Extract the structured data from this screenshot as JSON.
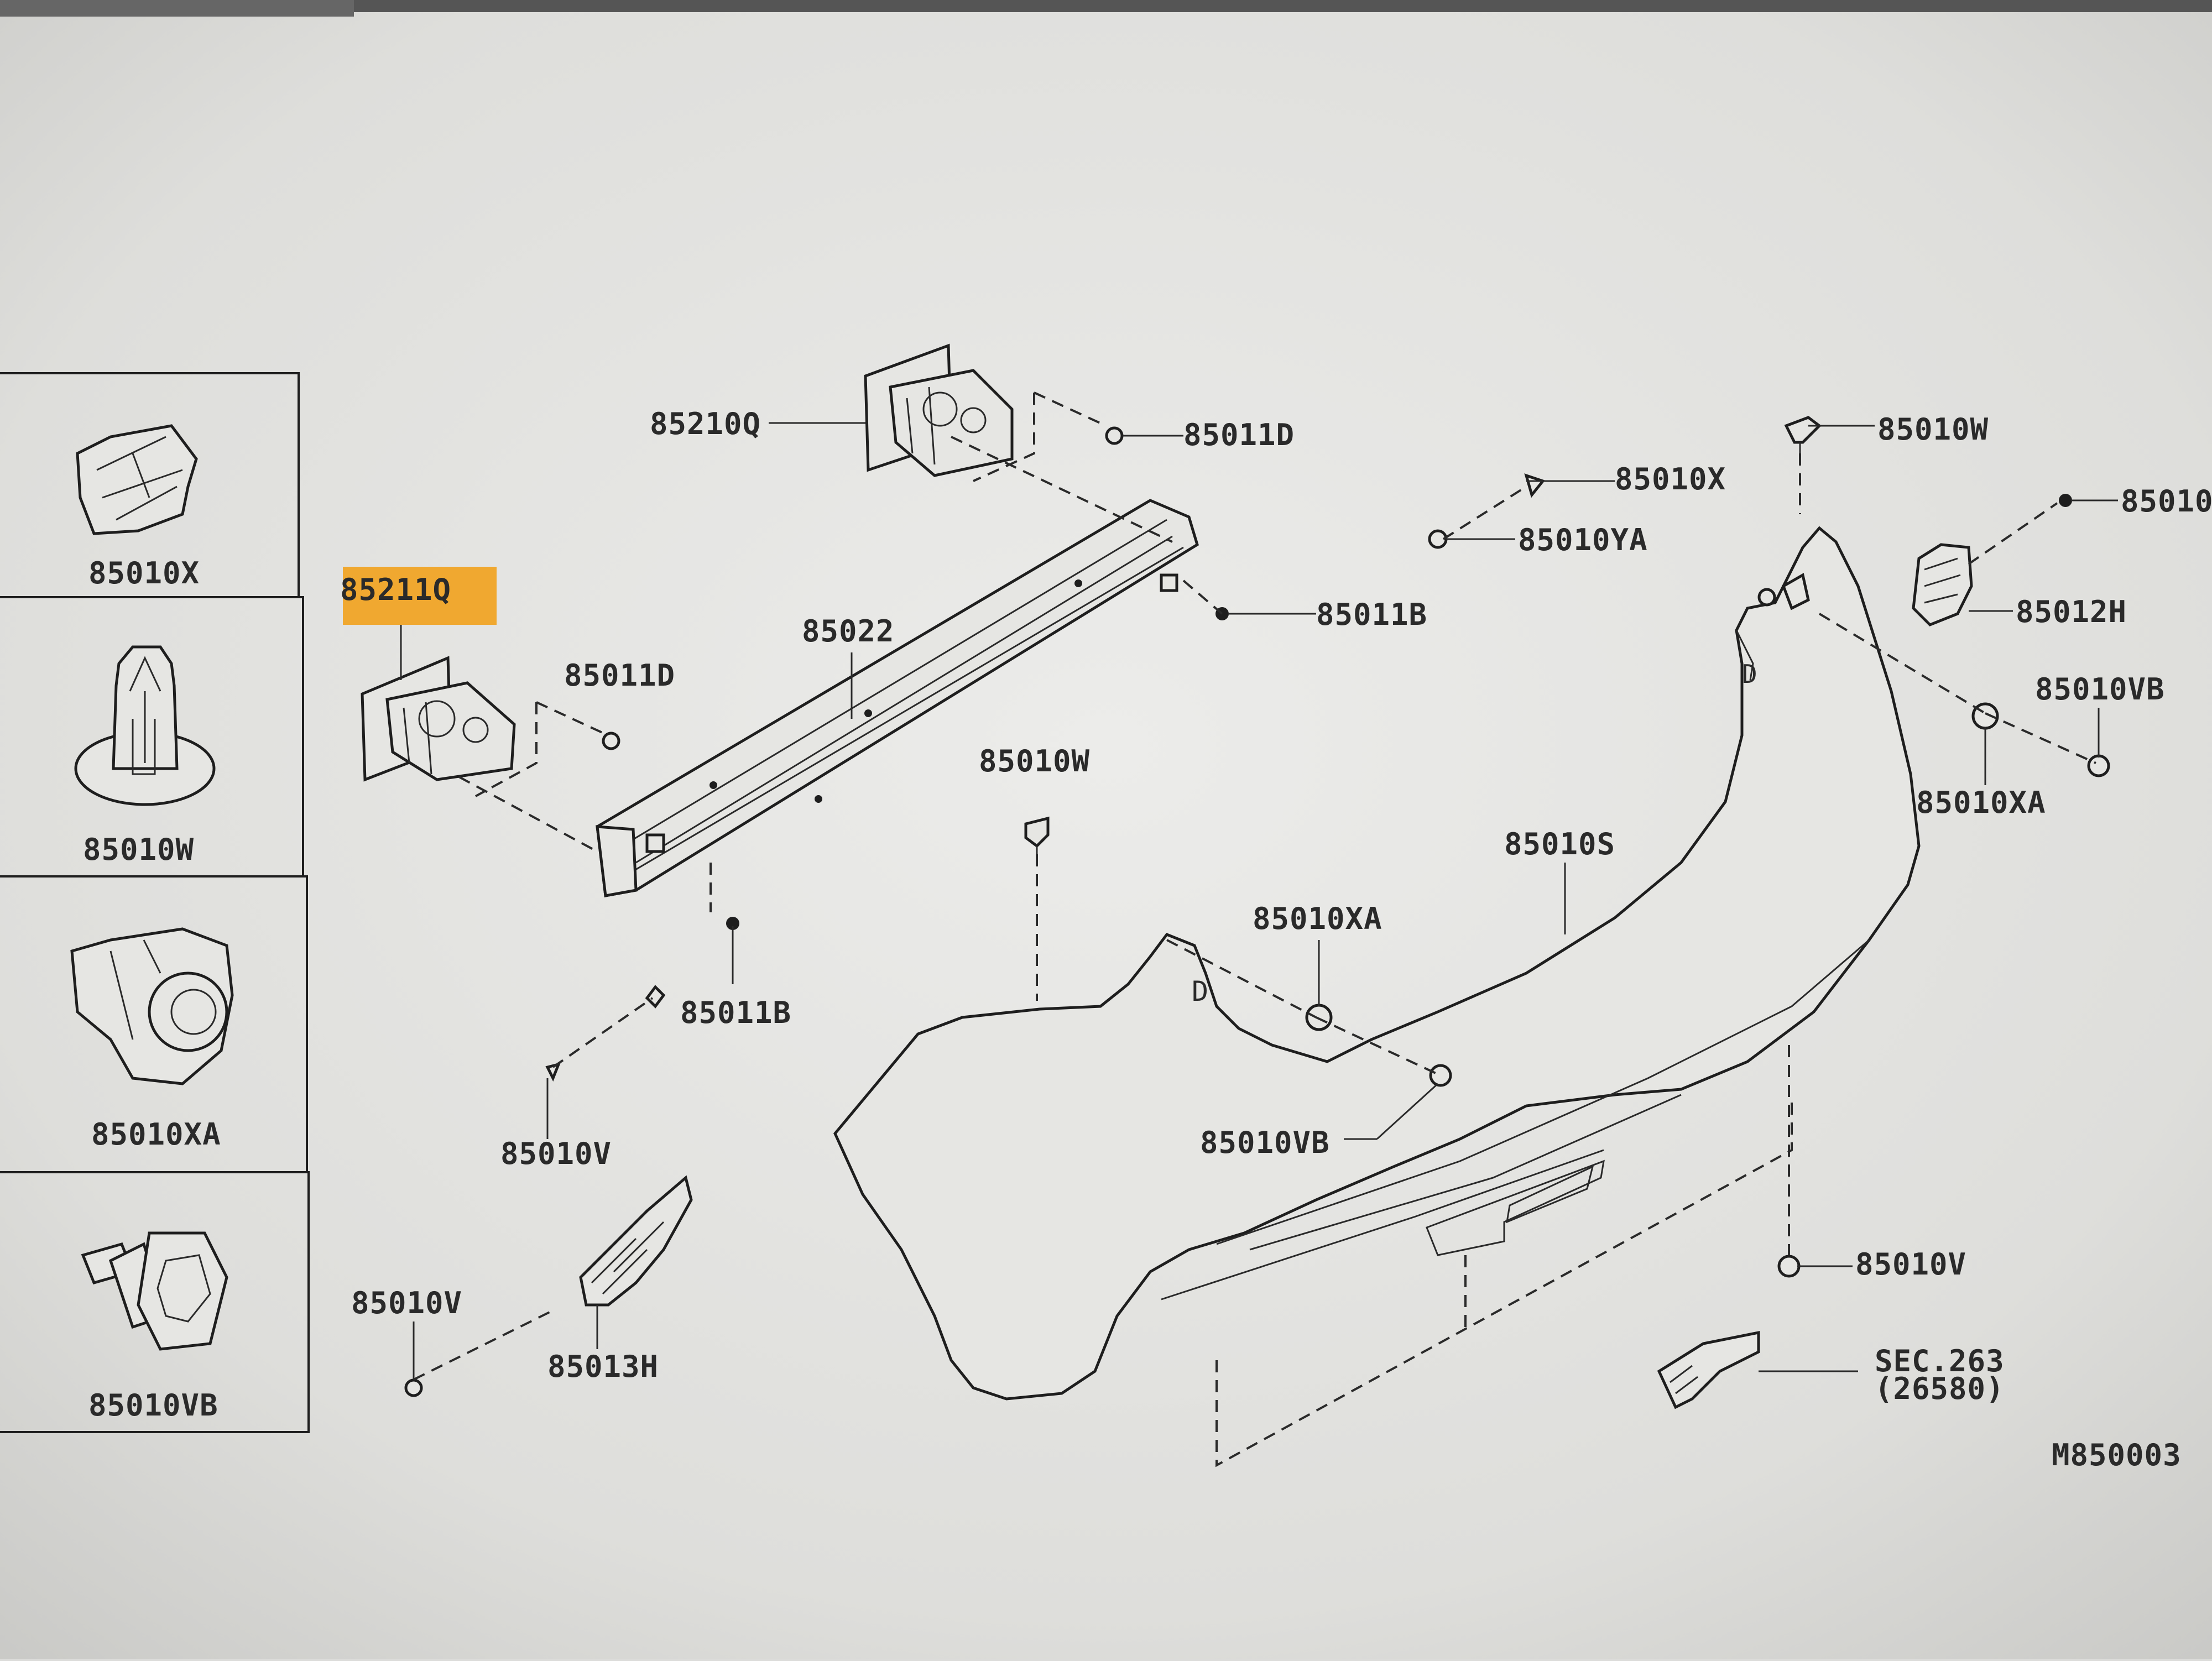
{
  "colors": {
    "paper": "#e4e4e2",
    "ink": "#1e1e1e",
    "highlight": "#f0a830",
    "window_bar": "#555555"
  },
  "diagram_code": "M850003",
  "legend": [
    {
      "label": "85010X",
      "icon": "clip-icon"
    },
    {
      "label": "85010W",
      "icon": "push-rivet-icon"
    },
    {
      "label": "85010XA",
      "icon": "nut-clip-icon"
    },
    {
      "label": "85010VB",
      "icon": "bolt-icon"
    }
  ],
  "callouts": {
    "c85210Q": "85210Q",
    "c85211Q": "85211Q",
    "c85011D_top": "85011D",
    "c85011D_left": "85011D",
    "c85022": "85022",
    "c85011B_right": "85011B",
    "c85011B_left": "85011B",
    "c85010X": "85010X",
    "c85010YA": "85010YA",
    "c85010W_top": "85010W",
    "c85010_edge": "85010",
    "c85012H": "85012H",
    "c85010VB_right": "85010VB",
    "c85010XA_right": "85010XA",
    "c85010W_mid": "85010W",
    "c85010S": "85010S",
    "c85010XA_mid": "85010XA",
    "c85010VB_mid": "85010VB",
    "c85010V_left": "85010V",
    "c85010V_bottom": "85010V",
    "c85013H": "85013H",
    "c85010V_right": "85010V",
    "sec_line1": "SEC.263",
    "sec_line2": "(26580)"
  },
  "highlighted_callout": "85211Q"
}
